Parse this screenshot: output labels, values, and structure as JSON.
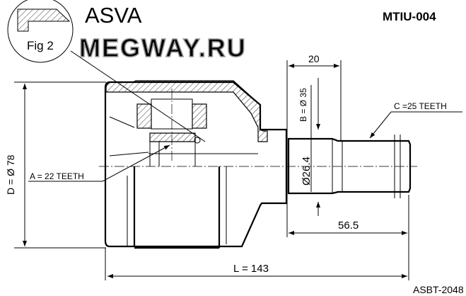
{
  "brand": "ASVA",
  "part_number": "MTIU-004",
  "cross_reference": "ASBT-2048",
  "watermark": "MEGWAY.RU",
  "detail_label": "Fig 2",
  "dimensions": {
    "outer_diameter": "D = Ø 78",
    "length": "L = 143",
    "shaft_length": "56.5",
    "seal_length": "20",
    "seal_diameter": "B = Ø 35",
    "shaft_diameter": "Ø26.4",
    "inner_teeth": "A = 22 TEETH",
    "outer_teeth": "C =25 TEETH"
  }
}
